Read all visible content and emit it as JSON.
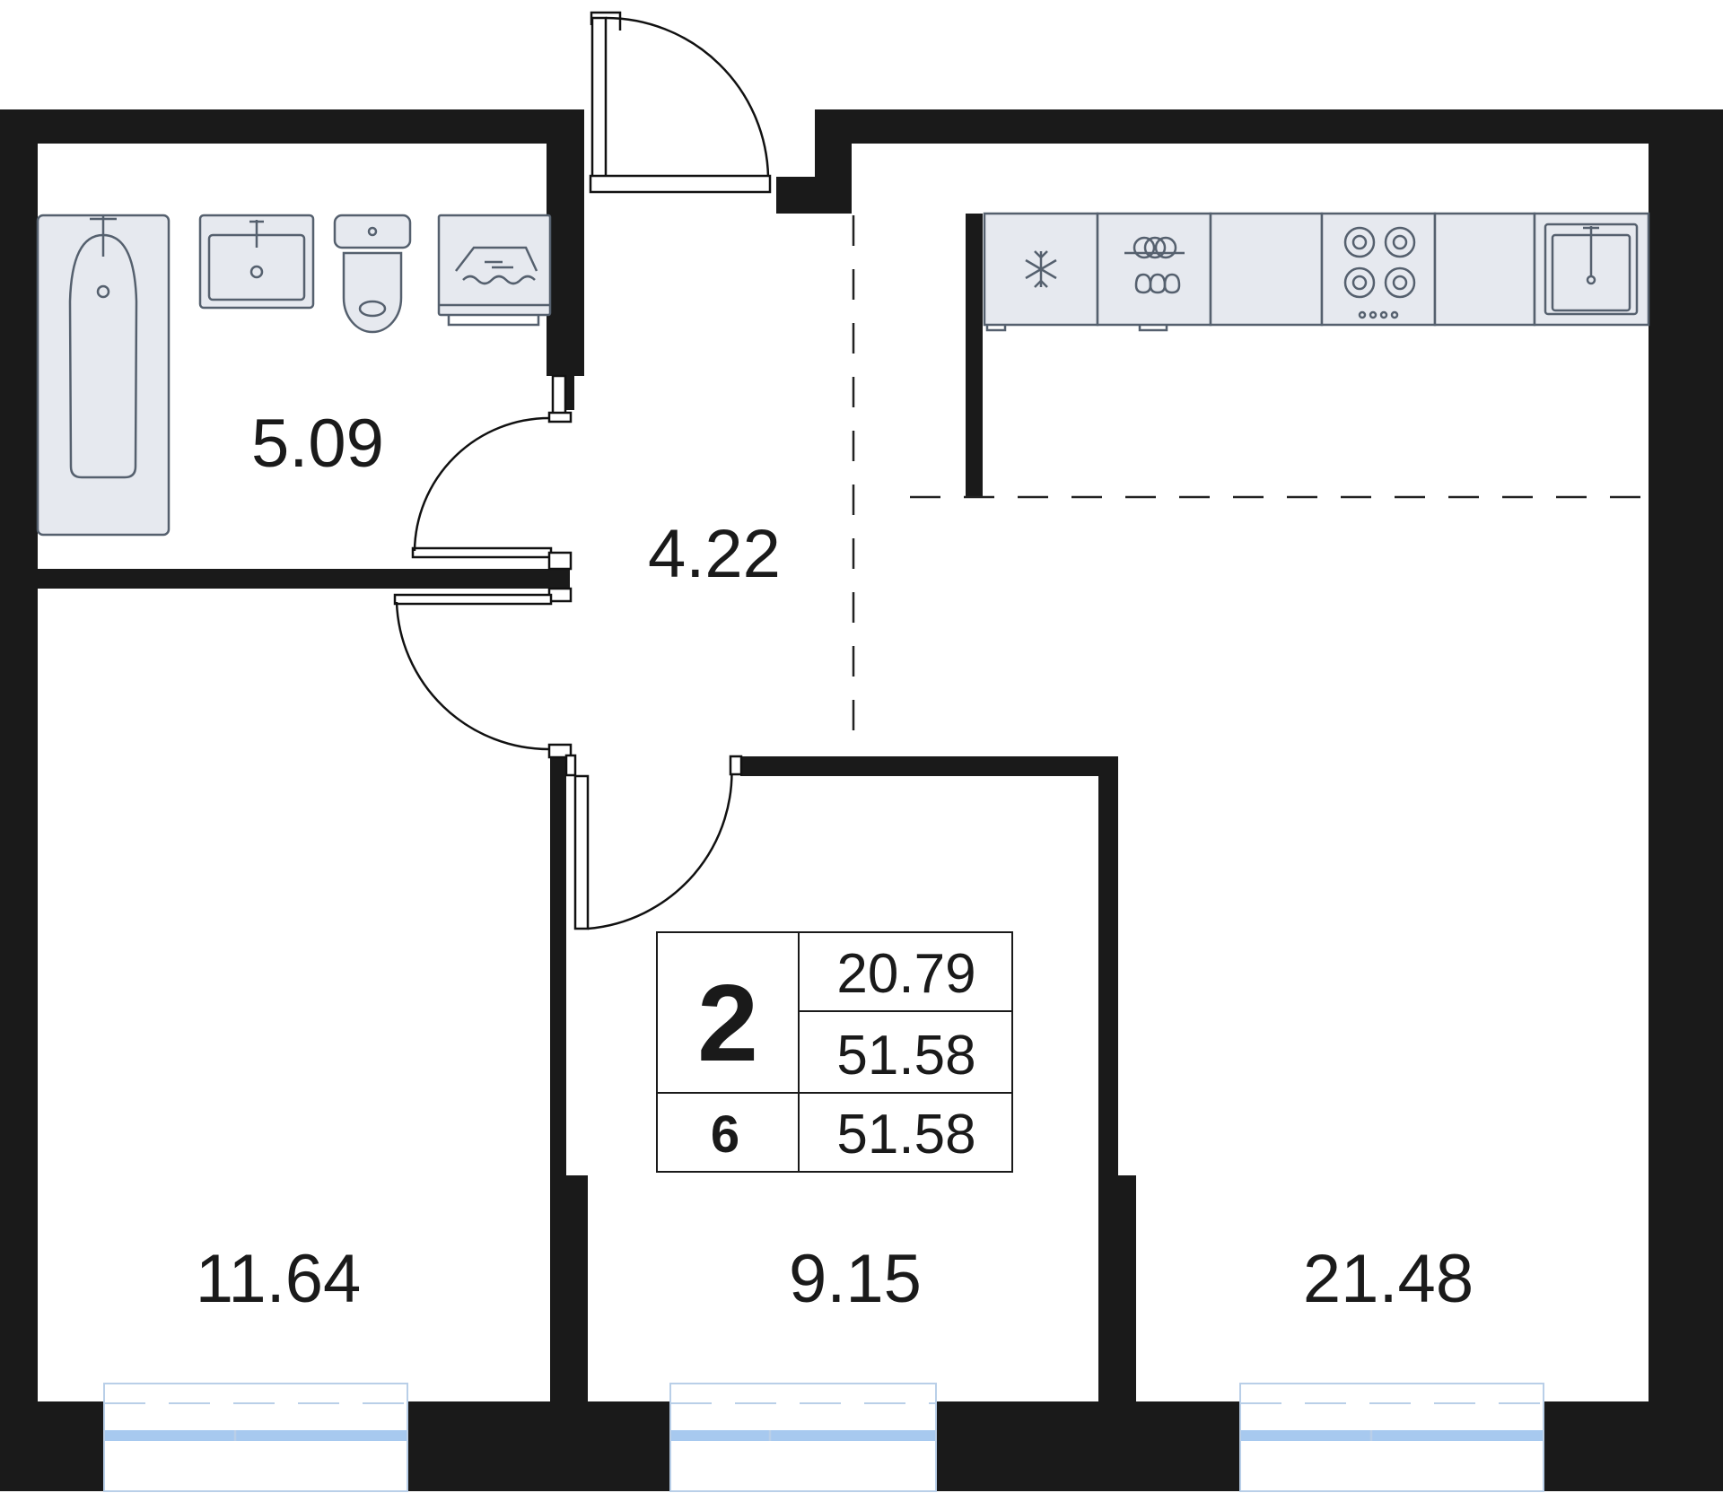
{
  "rooms": {
    "bathroom_area": "5.09",
    "hallway_area": "4.22",
    "bedroom_area": "11.64",
    "room_area": "9.15",
    "kitchen_living_area": "21.48"
  },
  "info_box": {
    "rooms_count": "2",
    "living_area": "20.79",
    "total_area": "51.58",
    "floor": "6",
    "total_area_2": "51.58"
  },
  "colors": {
    "wall": "#1a1a1a",
    "fixture_fill": "#e6e9ef",
    "window_glass": "#a7c9ef"
  }
}
